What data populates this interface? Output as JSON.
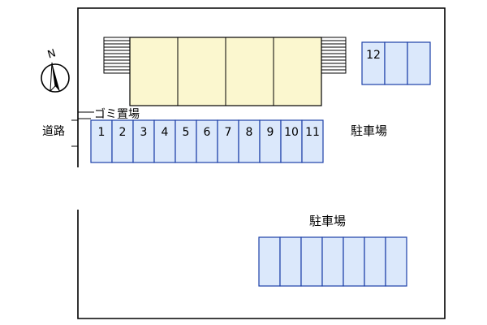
{
  "labels": {
    "road": "道路",
    "garbage": "ゴミ置場",
    "parking_upper": "駐車場",
    "parking_lower": "駐車場",
    "north": "N"
  },
  "parking_row_1": {
    "numbers": [
      "1",
      "2",
      "3",
      "4",
      "5",
      "6",
      "7",
      "8",
      "9",
      "10",
      "11"
    ]
  },
  "parking_top_right": {
    "numbers": [
      "12",
      "",
      ""
    ]
  },
  "parking_bottom": {
    "numbers": [
      "",
      "",
      "",
      "",
      "",
      "",
      ""
    ]
  },
  "building": {
    "units": 4
  },
  "colors": {
    "parking_fill": "#dbe8fb",
    "parking_stroke": "#1c3fa8",
    "building_fill": "#fbf7cf",
    "outline": "#000000"
  }
}
